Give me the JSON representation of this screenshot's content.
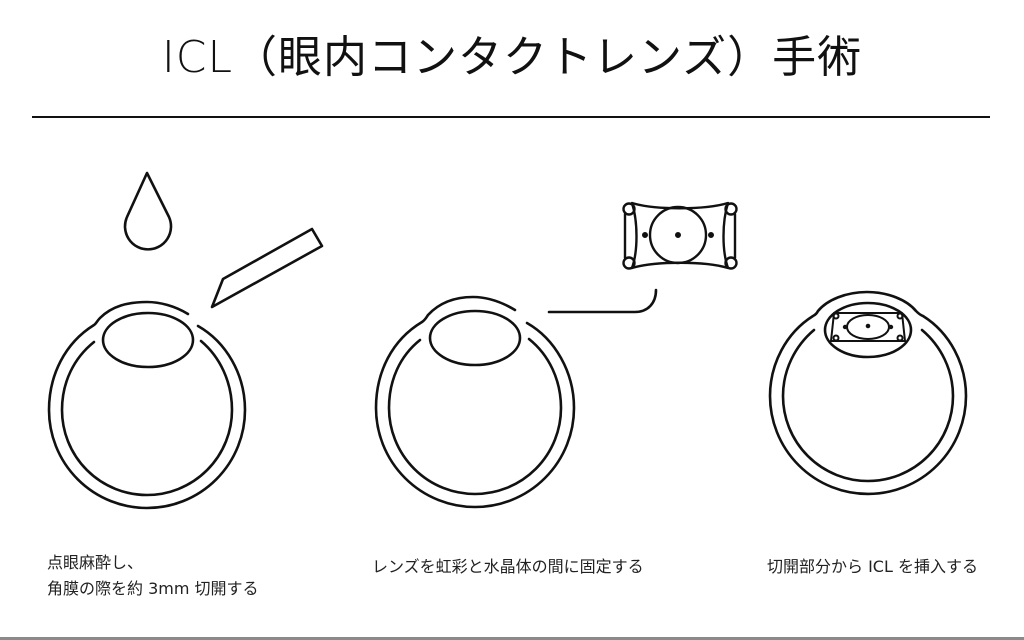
{
  "title": "ICL（眼内コンタクトレンズ）手術",
  "steps": [
    {
      "id": "step-1",
      "caption_lines": [
        "点眼麻酔し、",
        "角膜の際を約 3mm 切開する"
      ],
      "icons": [
        "eye-drop-icon",
        "scalpel-icon",
        "eye-cross-section-icon"
      ]
    },
    {
      "id": "step-2",
      "caption_lines": [
        "レンズを虹彩と水晶体の間に固定する"
      ],
      "icons": [
        "icl-lens-icon",
        "eye-cross-section-icon"
      ]
    },
    {
      "id": "step-3",
      "caption_lines": [
        "切開部分から ICL を挿入する"
      ],
      "icons": [
        "eye-with-implanted-lens-icon"
      ]
    }
  ],
  "colors": {
    "stroke": "#111111",
    "background": "#ffffff",
    "bottom_border": "#8a8a8a"
  }
}
